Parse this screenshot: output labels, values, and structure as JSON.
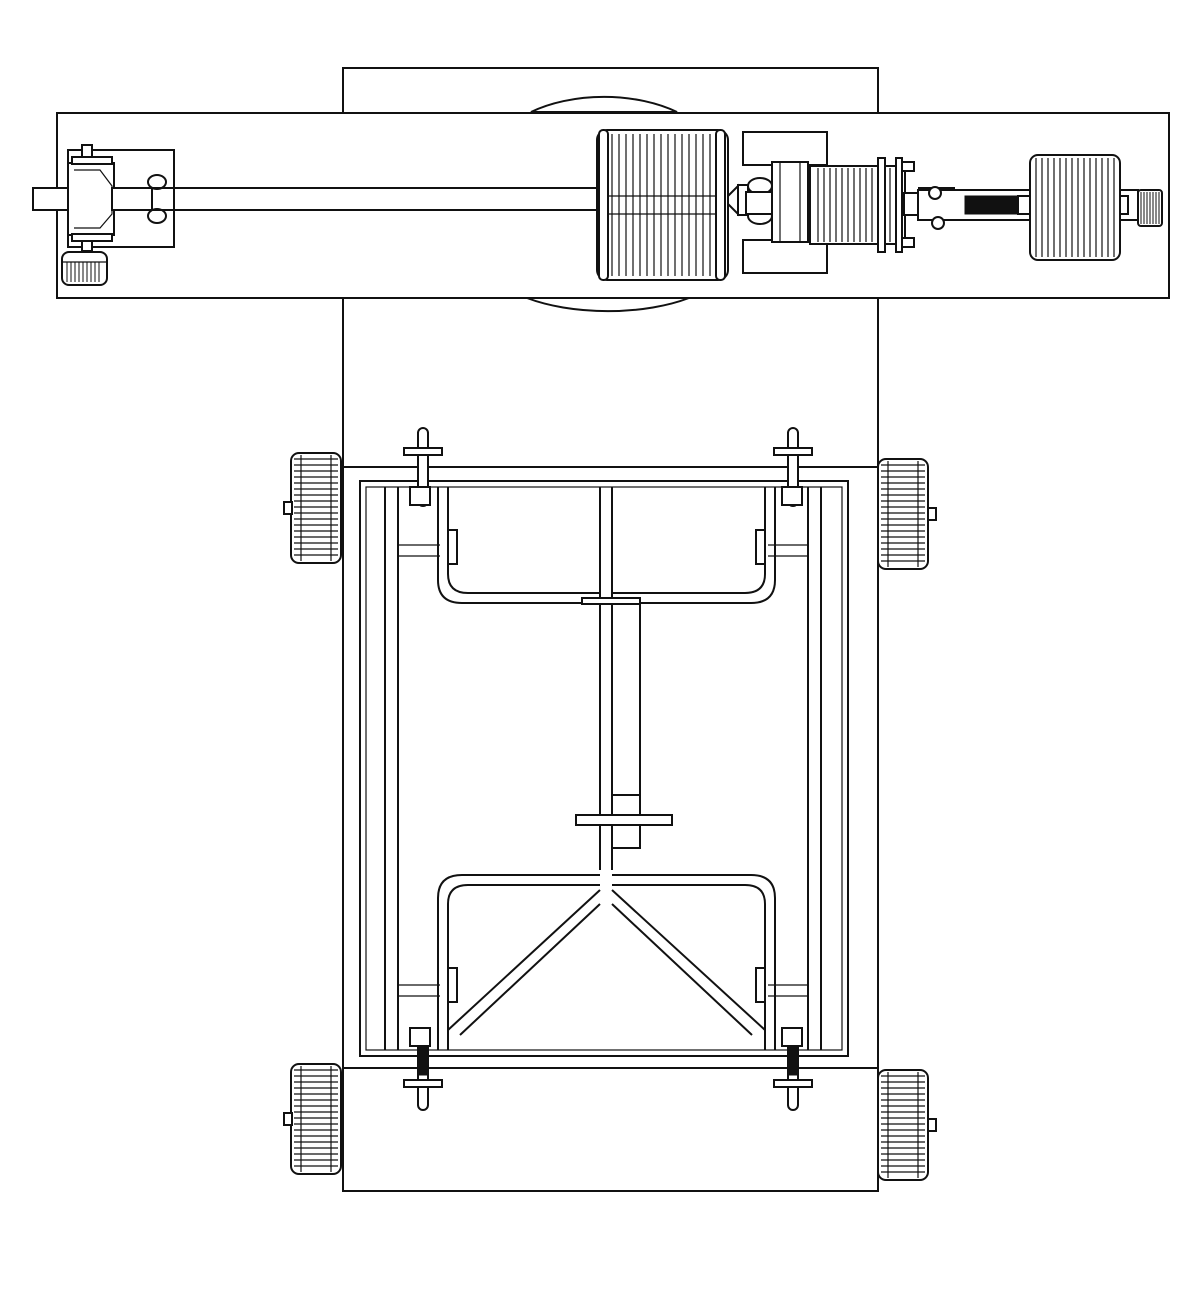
{
  "drawing": {
    "view": "top plan view",
    "colors": {
      "line": "#111111",
      "background": "#ffffff"
    },
    "components": [
      "chassis-plate",
      "turntable-disc",
      "arm-beam",
      "arm-shaft",
      "gear-head",
      "drum-roller",
      "motor-coupling",
      "end-roller",
      "inner-frame",
      "wheels",
      "adjusting-bolts"
    ]
  }
}
